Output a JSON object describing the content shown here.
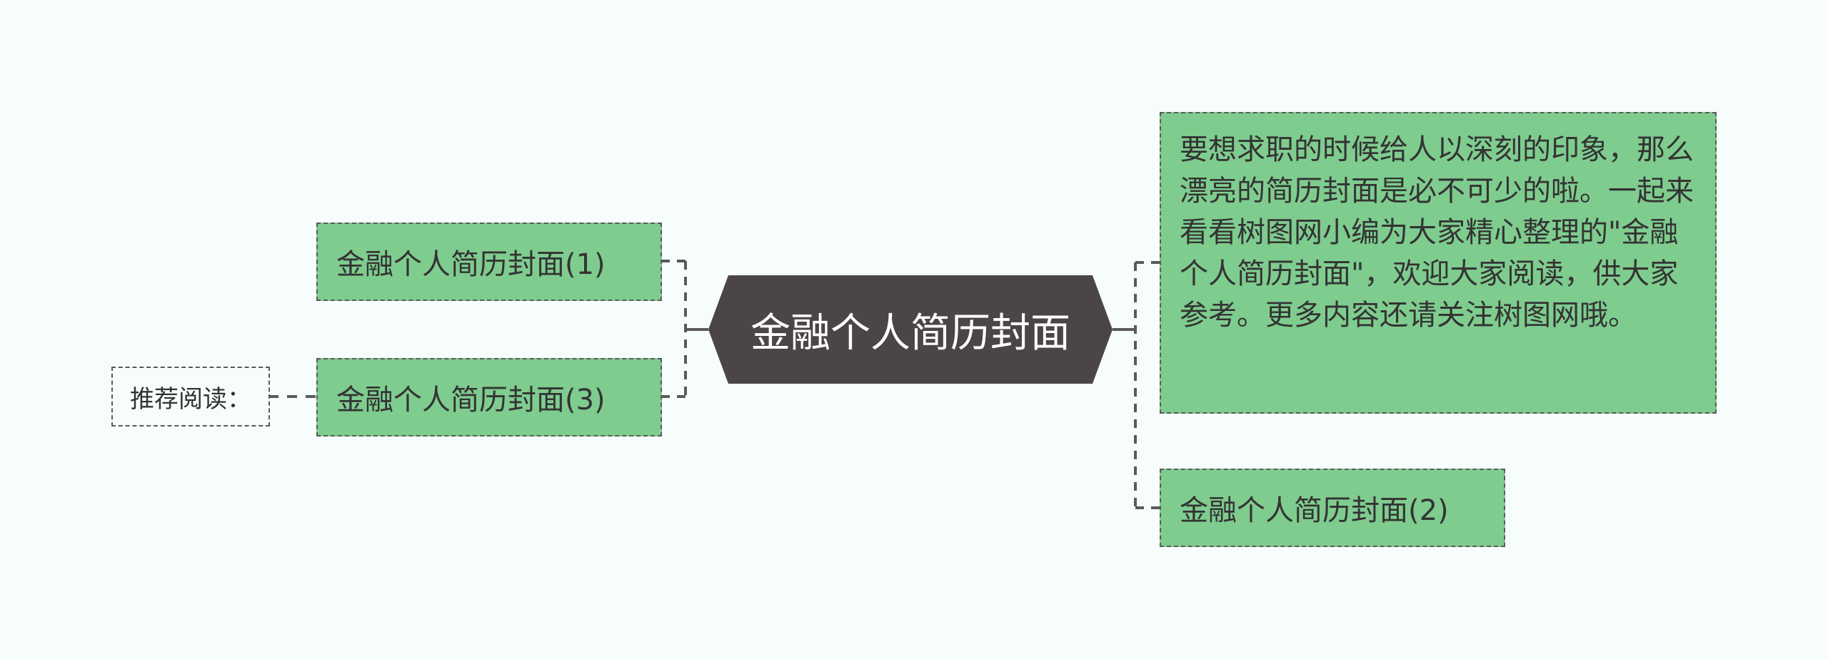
{
  "center": {
    "label": "金融个人简历封面"
  },
  "left_topics": [
    {
      "label": "金融个人简历封面(1)"
    },
    {
      "label": "金融个人简历封面(3)"
    }
  ],
  "right_topics": [
    {
      "label": "要想求职的时候给人以深刻的印象，那么漂亮的简历封面是必不可少的啦。一起来看看树图网小编为大家精心整理的\"金融个人简历封面\"，欢迎大家阅读，供大家参考。更多内容还请关注树图网哦。"
    },
    {
      "label": "金融个人简历封面(2)"
    }
  ],
  "side_note": {
    "label": "推荐阅读："
  },
  "colors": {
    "background": "#f7fdfd",
    "topic_fill": "#7fcc8f",
    "center_fill": "#4b4545",
    "border": "#5a5a5a",
    "text": "#333333"
  }
}
